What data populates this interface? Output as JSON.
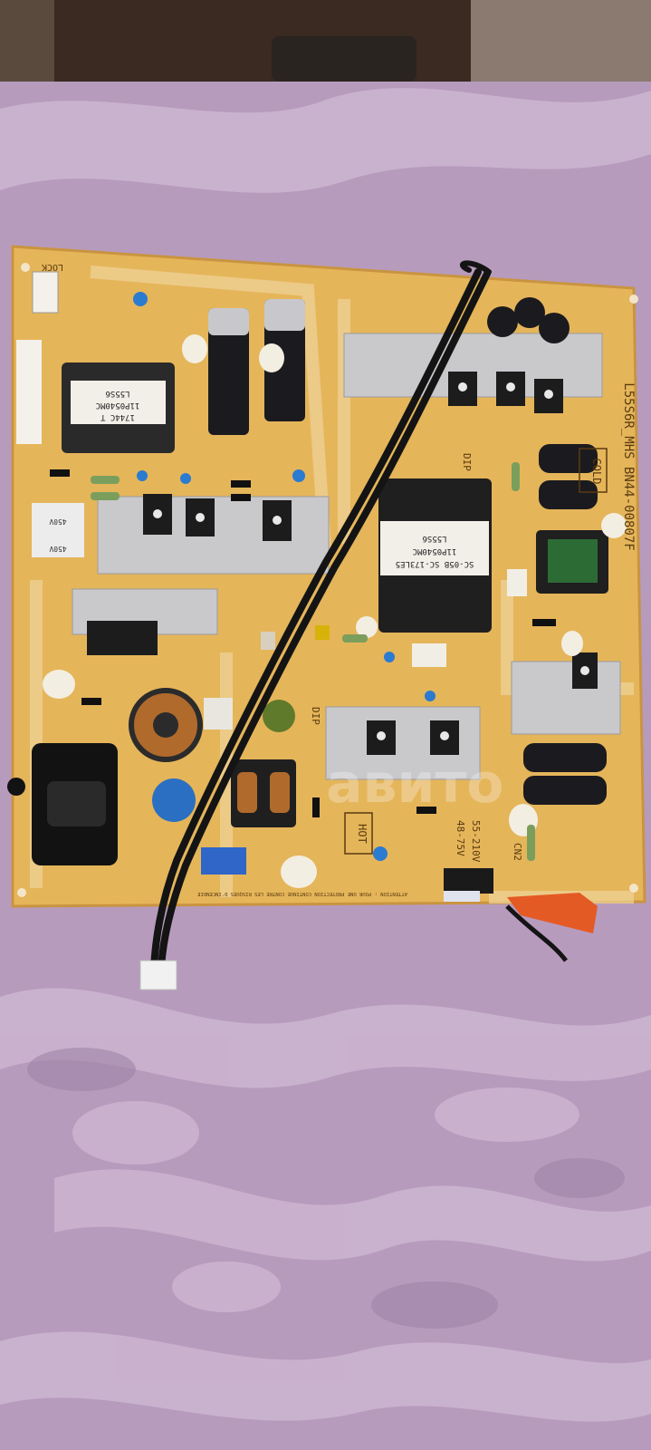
{
  "photo": {
    "colors": {
      "background_dark": "#3a2a22",
      "cloth": "#b79bbd",
      "cloth_light": "#cdb6d1",
      "cloth_dark": "#9f84a6",
      "pcb": "#e5b55a",
      "pcb_trace": "#f0d49a",
      "heatsink": "#c9c9cc",
      "capacitor": "#1b1b1f",
      "cable": "#141414",
      "connector_orange": "#e45a24",
      "varistor_blue": "#2a6fc2"
    }
  },
  "board": {
    "model_label": "L55S6R_MHS BN44-00807F",
    "transformer_label_1": "L55S6",
    "transformer_label_2": "11P0540MC",
    "transformer_label_3": "SC-05B SC-173LE5",
    "transformer_small_label_1": "L55S6",
    "transformer_small_label_2": "11P0540MC",
    "transformer_small_label_3": "1744C T",
    "cold_label": "COLD",
    "hot_label": "HOT",
    "dip_label": "DIP",
    "dip_label_2": "DIP",
    "cn_label": "CN2",
    "voltage_label_1": "48-75V",
    "voltage_label_2": "55-210V",
    "lock_label": "LOCK",
    "cap_label_1": "450V",
    "cap_label_2": "450V",
    "bottom_warning": "ATTENTION : POUR UNE PROTECTION CONTINUE CONTRE LES RISQUES D'INCENDIE",
    "watermark": "авито"
  }
}
